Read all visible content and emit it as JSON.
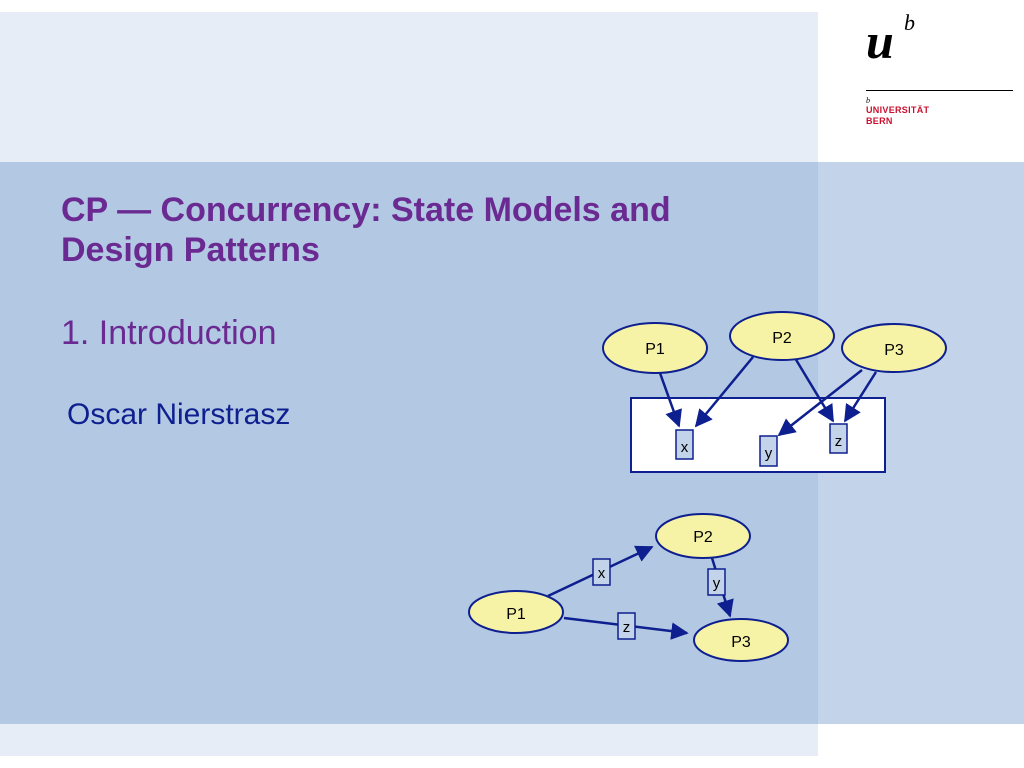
{
  "slide": {
    "title": "CP — Concurrency: State Models and Design Patterns",
    "subtitle": "1. Introduction",
    "author": "Oscar Nierstrasz"
  },
  "logo": {
    "letter": "u",
    "superscript": "b",
    "small_b": "b",
    "line1": "UNIVERSITÄT",
    "line2": "BERN",
    "accent_color": "#c8102e"
  },
  "diagram_shared": {
    "processes": [
      "P1",
      "P2",
      "P3"
    ],
    "variables": [
      "x",
      "y",
      "z"
    ]
  },
  "diagram_message": {
    "processes": [
      "P1",
      "P2",
      "P3"
    ],
    "channels": [
      "x",
      "y",
      "z"
    ]
  },
  "colors": {
    "title": "#6a2a91",
    "author": "#0e1f8f",
    "node_fill": "#f7f3a6",
    "edge": "#0e1f8f"
  }
}
